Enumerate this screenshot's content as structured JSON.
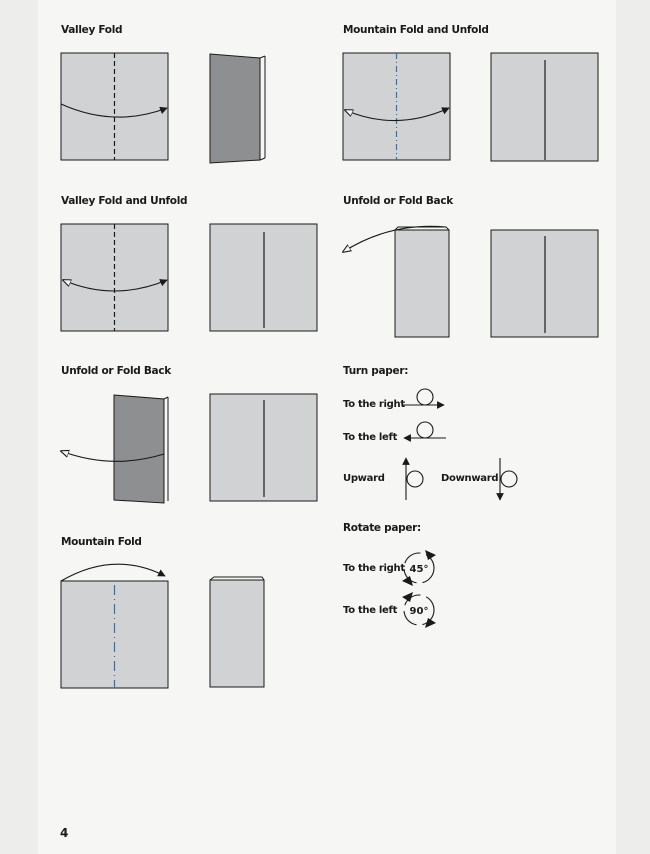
{
  "sections": {
    "valley_fold": "Valley Fold",
    "mountain_fold_unfold": "Mountain Fold and Unfold",
    "valley_fold_unfold": "Valley Fold and Unfold",
    "unfold_fold_back_1": "Unfold or Fold Back",
    "unfold_fold_back_2": "Unfold or Fold Back",
    "mountain_fold": "Mountain Fold"
  },
  "turn_paper": {
    "title": "Turn paper:",
    "to_the_right": "To the right",
    "to_the_left": "To the left",
    "upward": "Upward",
    "downward": "Downward"
  },
  "rotate_paper": {
    "title": "Rotate paper:",
    "to_the_right": "To the right",
    "to_the_left": "To the left",
    "angle_right": "45°",
    "angle_left": "90°"
  },
  "page_number": "4",
  "colors": {
    "paper": "#d1d2d4",
    "paper_dark": "#8e8f91",
    "stroke": "#1a1a1a",
    "mountain_line": "#3a6fa8",
    "page_bg": "#f6f6f4"
  }
}
